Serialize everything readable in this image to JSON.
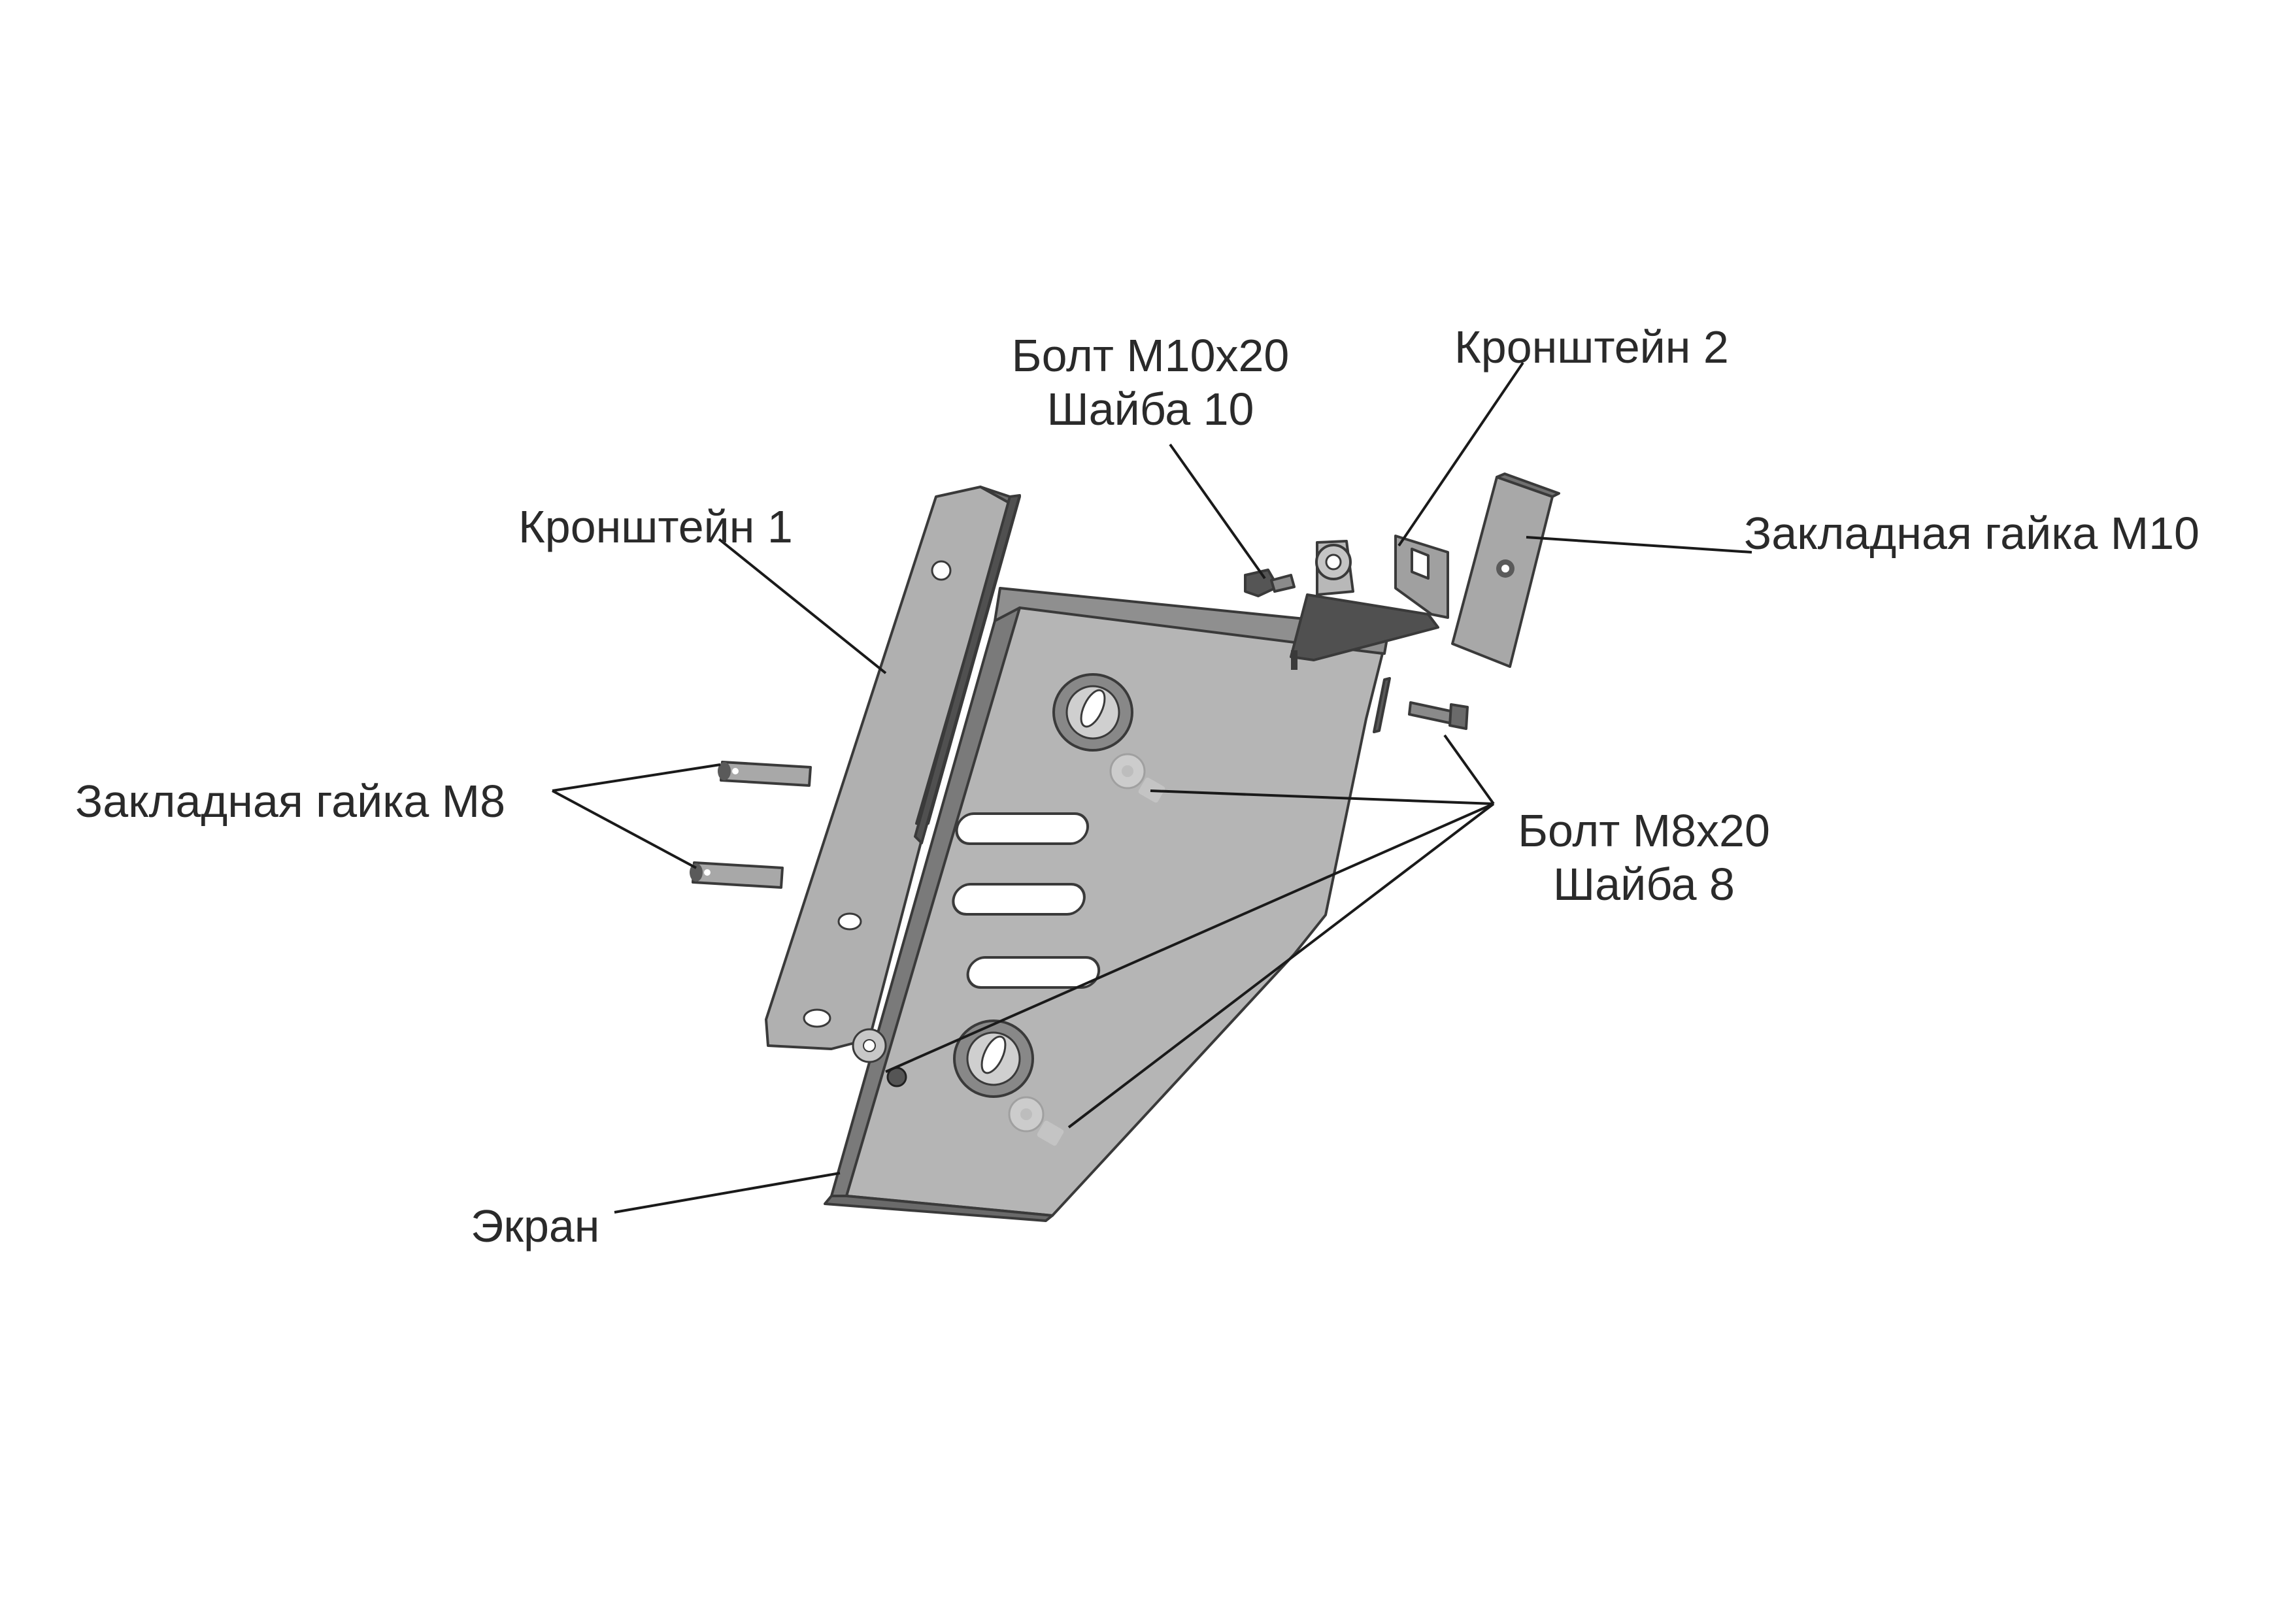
{
  "labels": {
    "bolt_m10": "Болт М10х20",
    "washer_10": "Шайба 10",
    "bracket_2": "Кронштейн 2",
    "bracket_1": "Кронштейн 1",
    "embedded_nut_m10": "Закладная гайка М10",
    "embedded_nut_m8": "Закладная гайка М8",
    "bolt_m8": "Болт М8х20",
    "washer_8": "Шайба 8",
    "screen": "Экран"
  }
}
